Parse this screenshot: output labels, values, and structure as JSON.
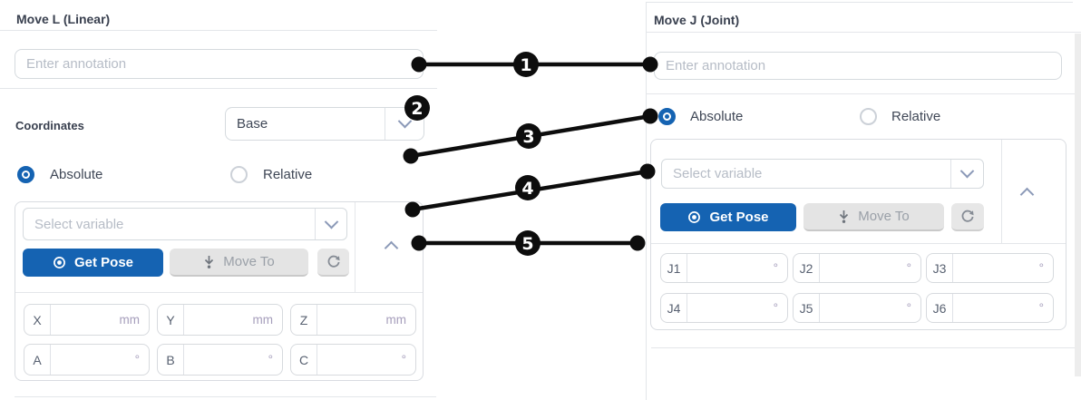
{
  "colors": {
    "primary_blue": "#1563b2",
    "callout_black": "#0d0d0d",
    "disabled_grey": "#e4e4e4",
    "unit_text": "#a59dbb",
    "border_grey": "#d5dade"
  },
  "left_panel": {
    "title": "Move L (Linear)",
    "annotation_placeholder": "Enter annotation",
    "coordinates_label": "Coordinates",
    "coordinates_value": "Base",
    "absolute_label": "Absolute",
    "relative_label": "Relative",
    "variable_placeholder": "Select variable",
    "get_pose_label": "Get Pose",
    "move_to_label": "Move To",
    "fields": [
      {
        "label": "X",
        "unit": "mm"
      },
      {
        "label": "Y",
        "unit": "mm"
      },
      {
        "label": "Z",
        "unit": "mm"
      },
      {
        "label": "A",
        "unit": "°"
      },
      {
        "label": "B",
        "unit": "°"
      },
      {
        "label": "C",
        "unit": "°"
      }
    ]
  },
  "right_panel": {
    "title": "Move J (Joint)",
    "annotation_placeholder": "Enter annotation",
    "absolute_label": "Absolute",
    "relative_label": "Relative",
    "variable_placeholder": "Select variable",
    "get_pose_label": "Get Pose",
    "move_to_label": "Move To",
    "fields": [
      {
        "label": "J1",
        "unit": "°"
      },
      {
        "label": "J2",
        "unit": "°"
      },
      {
        "label": "J3",
        "unit": "°"
      },
      {
        "label": "J4",
        "unit": "°"
      },
      {
        "label": "J5",
        "unit": "°"
      },
      {
        "label": "J6",
        "unit": "°"
      }
    ]
  },
  "callouts": {
    "badges": [
      "1",
      "2",
      "3",
      "4",
      "5"
    ]
  }
}
